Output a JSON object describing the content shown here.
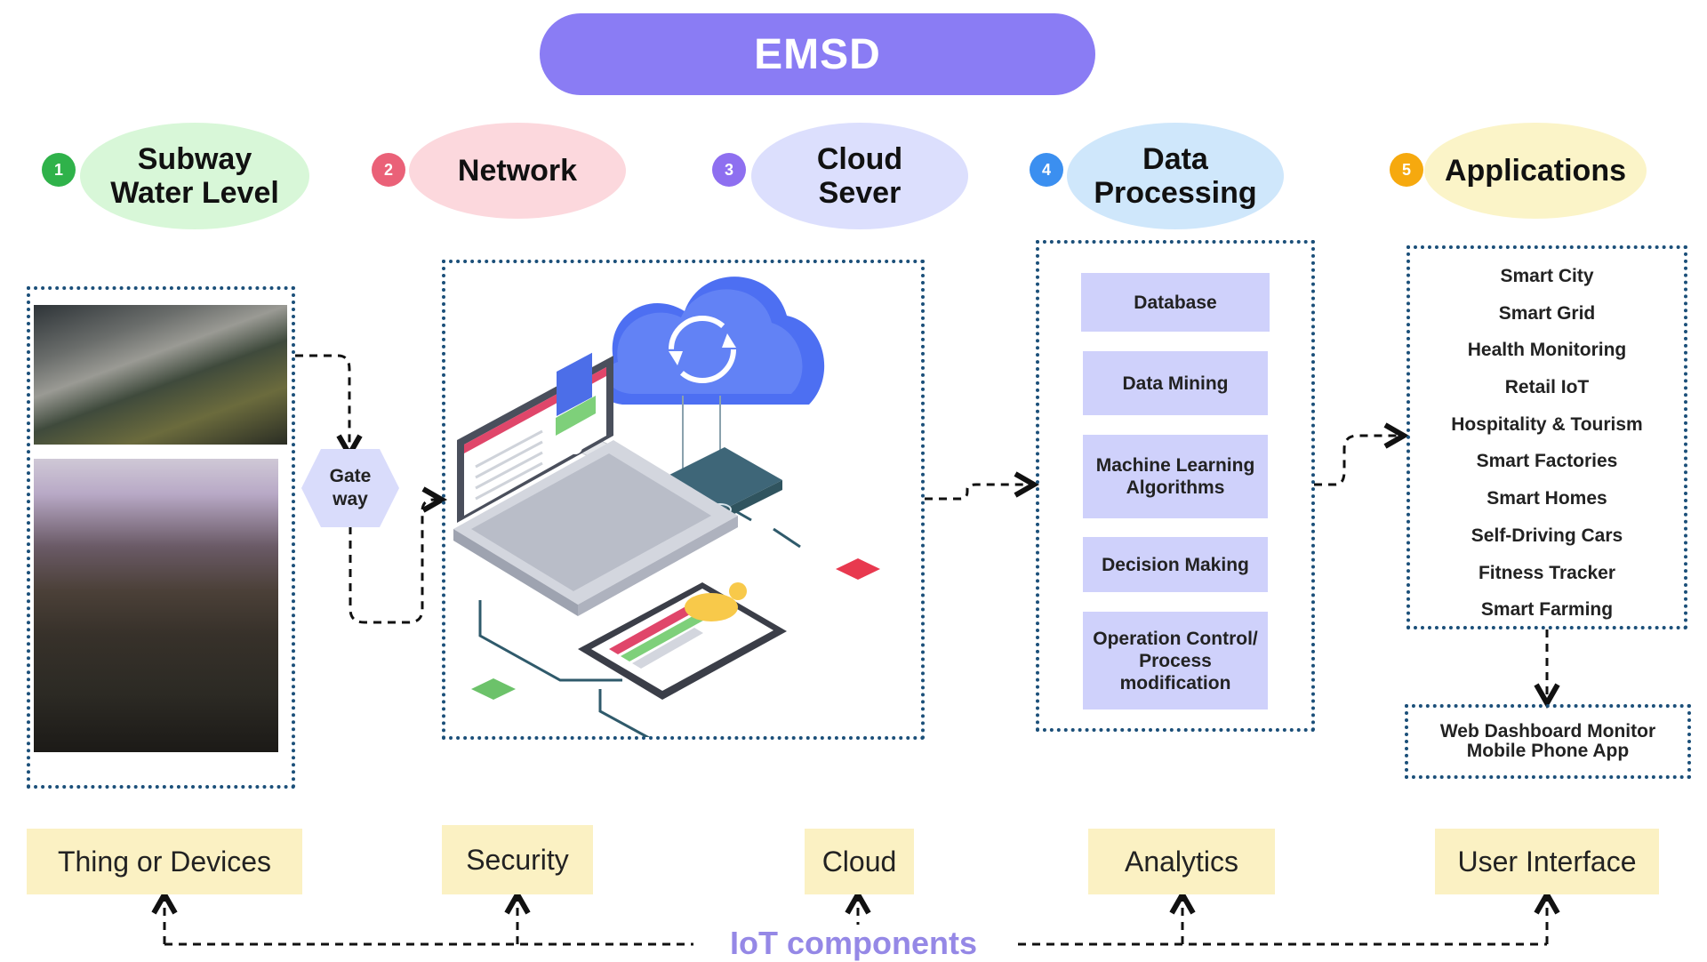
{
  "title": "EMSD",
  "stages": [
    {
      "number": "1",
      "line1": "Subway",
      "line2": "Water Level"
    },
    {
      "number": "2",
      "line1": "Network",
      "line2": ""
    },
    {
      "number": "3",
      "line1": "Cloud",
      "line2": "Sever"
    },
    {
      "number": "4",
      "line1": "Data",
      "line2": "Processing"
    },
    {
      "number": "5",
      "line1": "Applications",
      "line2": ""
    }
  ],
  "gateway": {
    "line1": "Gate",
    "line2": "way"
  },
  "data_processing": [
    "Database",
    "Data Mining",
    "Machine Learning Algorithms",
    "Decision Making",
    "Operation Control/ Process modification"
  ],
  "applications": [
    "Smart City",
    "Smart Grid",
    "Health Monitoring",
    "Retail IoT",
    "Hospitality & Tourism",
    "Smart Factories",
    "Smart  Homes",
    "Self-Driving Cars",
    "Fitness Tracker",
    "Smart Farming"
  ],
  "user_interface_box": {
    "line1": "Web Dashboard Monitor",
    "line2": "Mobile Phone App"
  },
  "components": [
    "Thing or Devices",
    "Security",
    "Cloud",
    "Analytics",
    "User Interface"
  ],
  "components_label": "IoT components",
  "colors": {
    "title": "#8a7cf4",
    "badges": [
      "#2fb24a",
      "#ea6178",
      "#8e6ff0",
      "#3b8ff0",
      "#f6a90e"
    ],
    "ellipses": [
      "#d8f7d8",
      "#fcd8dd",
      "#dcdffd",
      "#cfe7fb",
      "#fbf4c8"
    ],
    "dashed_border": "#1b4f79",
    "component_fill": "#fbf1c3",
    "process_fill": "#cfd1fb"
  }
}
